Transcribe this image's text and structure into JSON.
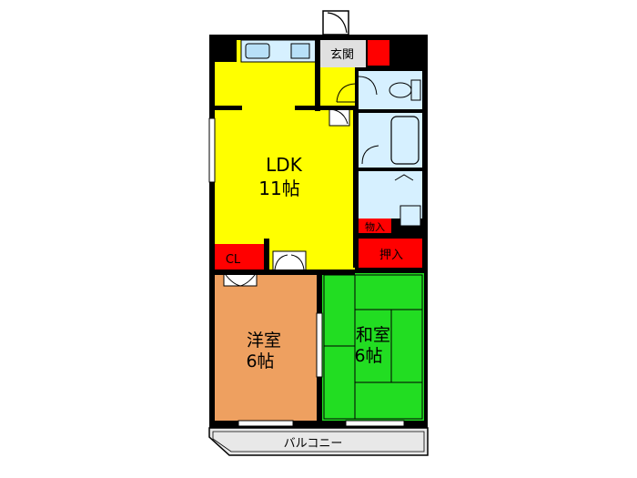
{
  "rooms": {
    "ldk": {
      "name": "LDK",
      "size": "11帖",
      "color": "#ffff00"
    },
    "western": {
      "name": "洋室",
      "size": "6帖",
      "color": "#eea060"
    },
    "japanese": {
      "name": "和室",
      "size": "6帖",
      "color": "#22dd22"
    },
    "closet": {
      "name": "CL",
      "color": "#ff0000"
    },
    "oshiire": {
      "name": "押入",
      "color": "#ff0000"
    },
    "monoire": {
      "name": "物入",
      "color": "#ff0000"
    },
    "entrance": {
      "name": "玄関",
      "color": "#e0e0e0"
    },
    "balcony": {
      "name": "バルコニー",
      "color": "#e8e8e8"
    }
  },
  "colors": {
    "wet_area": "#d6f0ff",
    "wall": "#000000",
    "accent_red": "#ff0000"
  }
}
